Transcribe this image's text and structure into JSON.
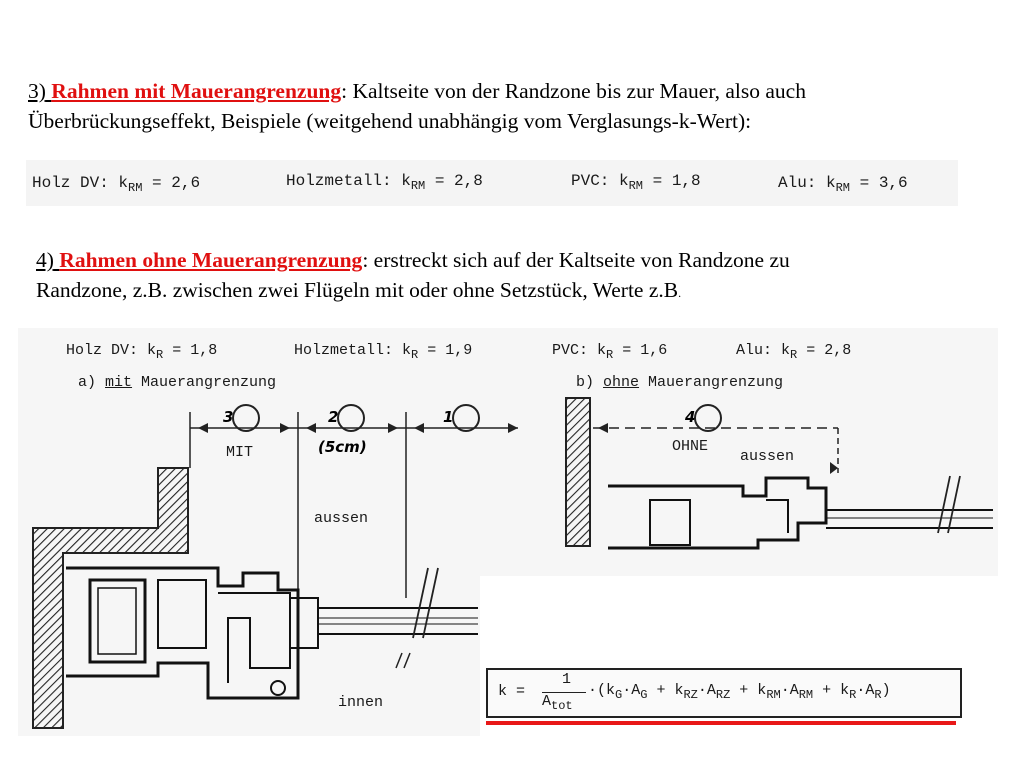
{
  "section3": {
    "number": "3)",
    "title": "Rahmen mit Mauerangrenzung",
    "text_line1": ": Kaltseite von der Randzone bis zur Mauer, also auch",
    "text_line2": "Überbrückungseffekt, Beispiele (weitgehend unabhängig vom Verglasungs-k-Wert):"
  },
  "values_rm": [
    {
      "label": "Holz DV: k",
      "sub": "RM",
      "value": "= 2,6"
    },
    {
      "label": "Holzmetall: k",
      "sub": "RM",
      "value": "= 2,8"
    },
    {
      "label": "PVC: k",
      "sub": "RM",
      "value": "= 1,8"
    },
    {
      "label": "Alu: k",
      "sub": "RM",
      "value": "= 3,6"
    }
  ],
  "section4": {
    "number": "4)",
    "title": "Rahmen ohne Mauerangrenzung",
    "text_line1": ": erstreckt sich auf der Kaltseite von Randzone zu",
    "text_line2": "Randzone, z.B. zwischen zwei Flügeln mit oder ohne Setzstück, Werte z.B",
    "dot": "."
  },
  "values_r": [
    {
      "label": "Holz DV: k",
      "sub": "R",
      "value": "= 1,8"
    },
    {
      "label": "Holzmetall: k",
      "sub": "R",
      "value": "= 1,9"
    },
    {
      "label": "PVC: k",
      "sub": "R",
      "value": "= 1,6"
    },
    {
      "label": "Alu: k",
      "sub": "R",
      "value": "= 2,8"
    }
  ],
  "figure_a": {
    "caption_prefix": "a) ",
    "caption_em": "mit",
    "caption_rest": " Mauerangrenzung",
    "zone3": "3",
    "zone2": "2",
    "zone1": "1",
    "zone_mit": "MIT",
    "zone_5cm": "(5cm)",
    "aussen": "aussen",
    "innen": "innen"
  },
  "figure_b": {
    "caption_prefix": "b) ",
    "caption_em": "ohne",
    "caption_rest": " Mauerangrenzung",
    "zone4": "4",
    "ohne": "OHNE",
    "aussen": "aussen"
  },
  "formula": {
    "k_eq": "k =",
    "numerator": "1",
    "denominator": "A",
    "denominator_sub": "tot",
    "dot": "·",
    "terms": "(k_G·A_G + k_RZ·A_RZ + k_RM·A_RM + k_R·A_R)",
    "t1": "(k",
    "t1s": "G",
    "t1b": "·A",
    "t1bs": "G",
    "t2": " + k",
    "t2s": "RZ",
    "t2b": "·A",
    "t2bs": "RZ",
    "t3": " + k",
    "t3s": "RM",
    "t3b": "·A",
    "t3bs": "RM",
    "t4": " + k",
    "t4s": "R",
    "t4b": "·A",
    "t4bs": "R",
    "close": ")"
  },
  "colors": {
    "accent_red": "#e01010",
    "underline_red": "#e81818"
  }
}
